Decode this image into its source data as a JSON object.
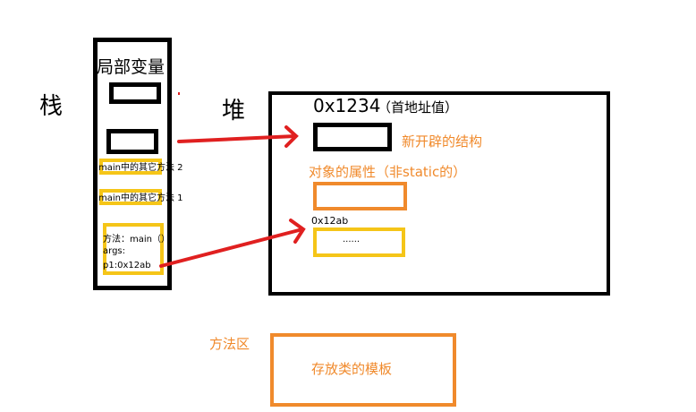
{
  "stack": {
    "label": "栈",
    "title": "局部变量",
    "frames": [
      "main中的其它方法 2",
      "main中的其它方法 1"
    ],
    "main_frame": {
      "line1": "方法：main（）",
      "line2": "args:",
      "line3": "p1:0x12ab"
    }
  },
  "heap": {
    "label": "堆",
    "address": "0x1234",
    "address_note": "（首地址值）",
    "new_structure": "新开辟的结构",
    "attributes": "对象的属性（非static的）",
    "sub_address": "0x12ab",
    "sub_content": "......"
  },
  "method_area": {
    "label": "方法区",
    "content": "存放类的模板"
  },
  "colors": {
    "yellow": "#f5c518",
    "orange": "#f08a2c",
    "red": "#e02020",
    "black": "#000000"
  }
}
